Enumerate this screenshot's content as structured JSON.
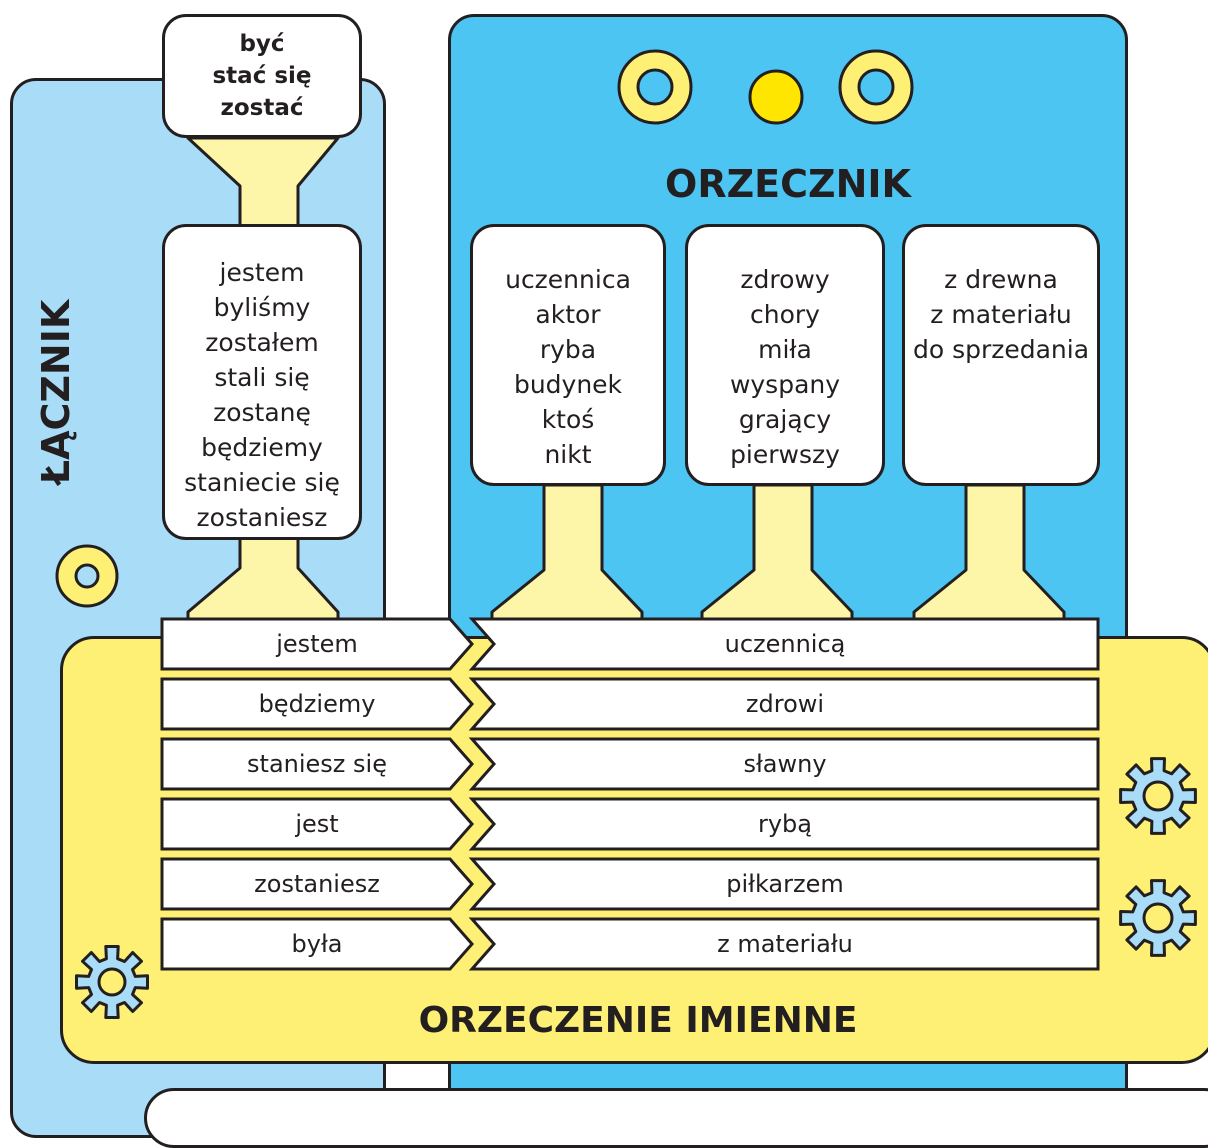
{
  "lacznik": {
    "title": "ŁĄCZNIK",
    "top_box": [
      "być",
      "stać się",
      "zostać"
    ],
    "forms": [
      "jestem",
      "byliśmy",
      "zostałem",
      "stali się",
      "zostanę",
      "będziemy",
      "staniecie się",
      "zostaniesz"
    ]
  },
  "orzecznik": {
    "title": "ORZECZNIK",
    "column_1": [
      "uczennica",
      "aktor",
      "ryba",
      "budynek",
      "ktoś",
      "nikt"
    ],
    "column_2": [
      "zdrowy",
      "chory",
      "miła",
      "wyspany",
      "grający",
      "pierwszy"
    ],
    "column_3": [
      "z drewna",
      "z materiału",
      "do sprzedania"
    ]
  },
  "orzeczenie_imienne": {
    "title": "ORZECZENIE IMIENNE",
    "rows": [
      {
        "lacznik": "jestem",
        "orzecznik": "uczennicą"
      },
      {
        "lacznik": "będziemy",
        "orzecznik": "zdrowi"
      },
      {
        "lacznik": "staniesz się",
        "orzecznik": "sławny"
      },
      {
        "lacznik": "jest",
        "orzecznik": "rybą"
      },
      {
        "lacznik": "zostaniesz",
        "orzecznik": "piłkarzem"
      },
      {
        "lacznik": "była",
        "orzecznik": "z materiału"
      }
    ]
  },
  "colors": {
    "light_blue": "#a8dcf7",
    "blue": "#4cc5f2",
    "yellow": "#fdf075",
    "bright_yellow": "#ffe600",
    "funnel": "#fdf5a8",
    "outline": "#231f20"
  },
  "icons": [
    "ring-icon",
    "dot-icon",
    "gear-icon"
  ]
}
